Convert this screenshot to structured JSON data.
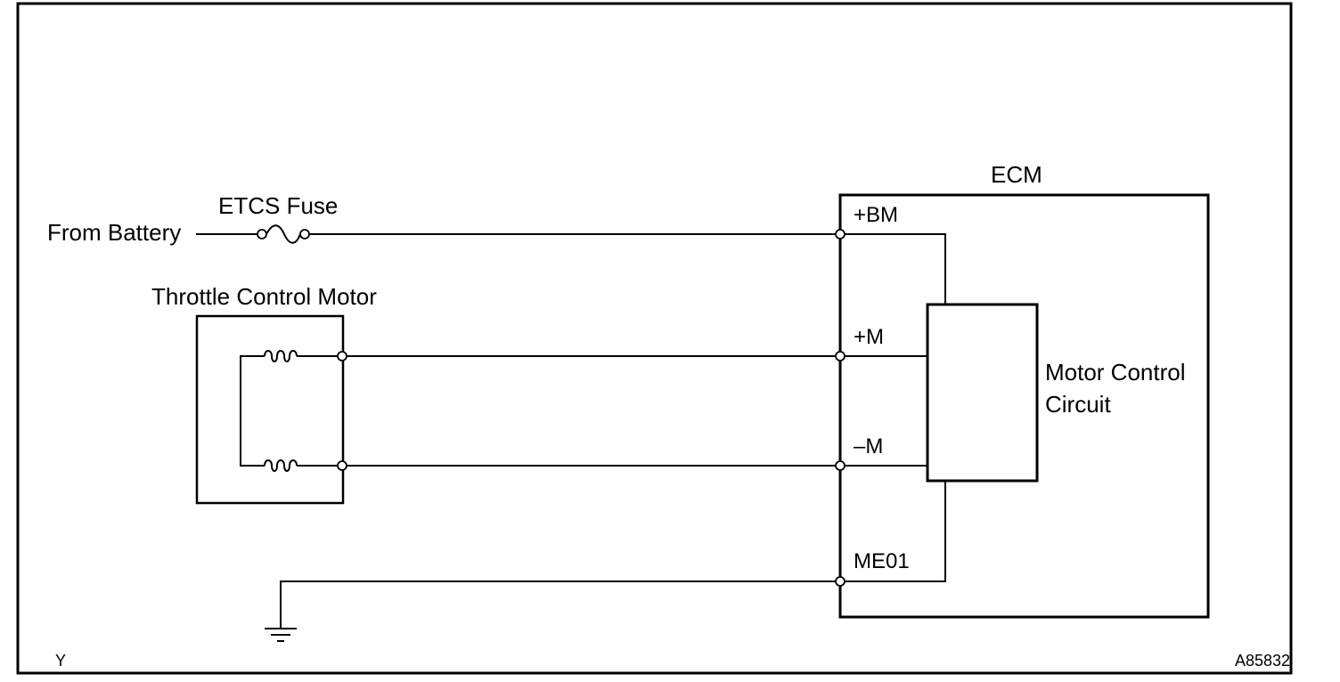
{
  "labels": {
    "from_battery": "From Battery",
    "etcs_fuse": "ETCS Fuse",
    "throttle_control_motor": "Throttle Control Motor",
    "ecm": "ECM",
    "pin_plus_bm": "+BM",
    "pin_plus_m": "+M",
    "pin_minus_m": "–M",
    "pin_me01": "ME01",
    "motor_control_line1": "Motor Control",
    "motor_control_line2": "Circuit",
    "corner_left": "Y",
    "corner_right": "A85832"
  }
}
